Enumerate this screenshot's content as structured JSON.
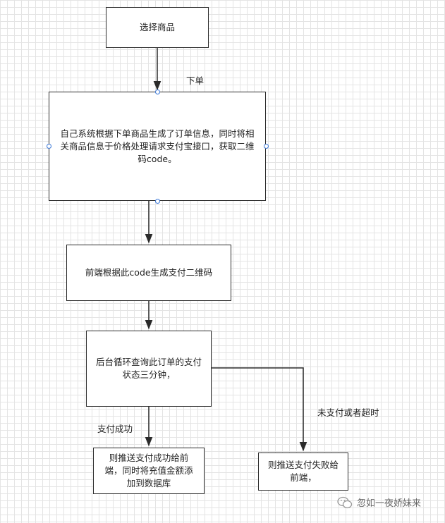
{
  "nodes": {
    "select": "选择商品",
    "generate_order": "自己系统根据下单商品生成了订单信息，同时将相关商品信息于价格处理请求支付宝接口，获取二维码code。",
    "frontend_qr": "前端根据此code生成支付二维码",
    "poll_status": "后台循环查询此订单的支付状态三分钟，",
    "push_success": "则推送支付成功给前端，同时将充值金额添加到数据库",
    "push_fail": "则推送支付失败给前端，"
  },
  "edges": {
    "place_order": "下单",
    "pay_success": "支付成功",
    "unpaid_or_timeout": "未支付或者超时"
  },
  "watermark": {
    "text": "忽如一夜娇妹来",
    "icon": "wechat-icon"
  },
  "colors": {
    "line": "#2b2b2b",
    "port": "#3b78d8",
    "grid": "#e4e4e4"
  }
}
